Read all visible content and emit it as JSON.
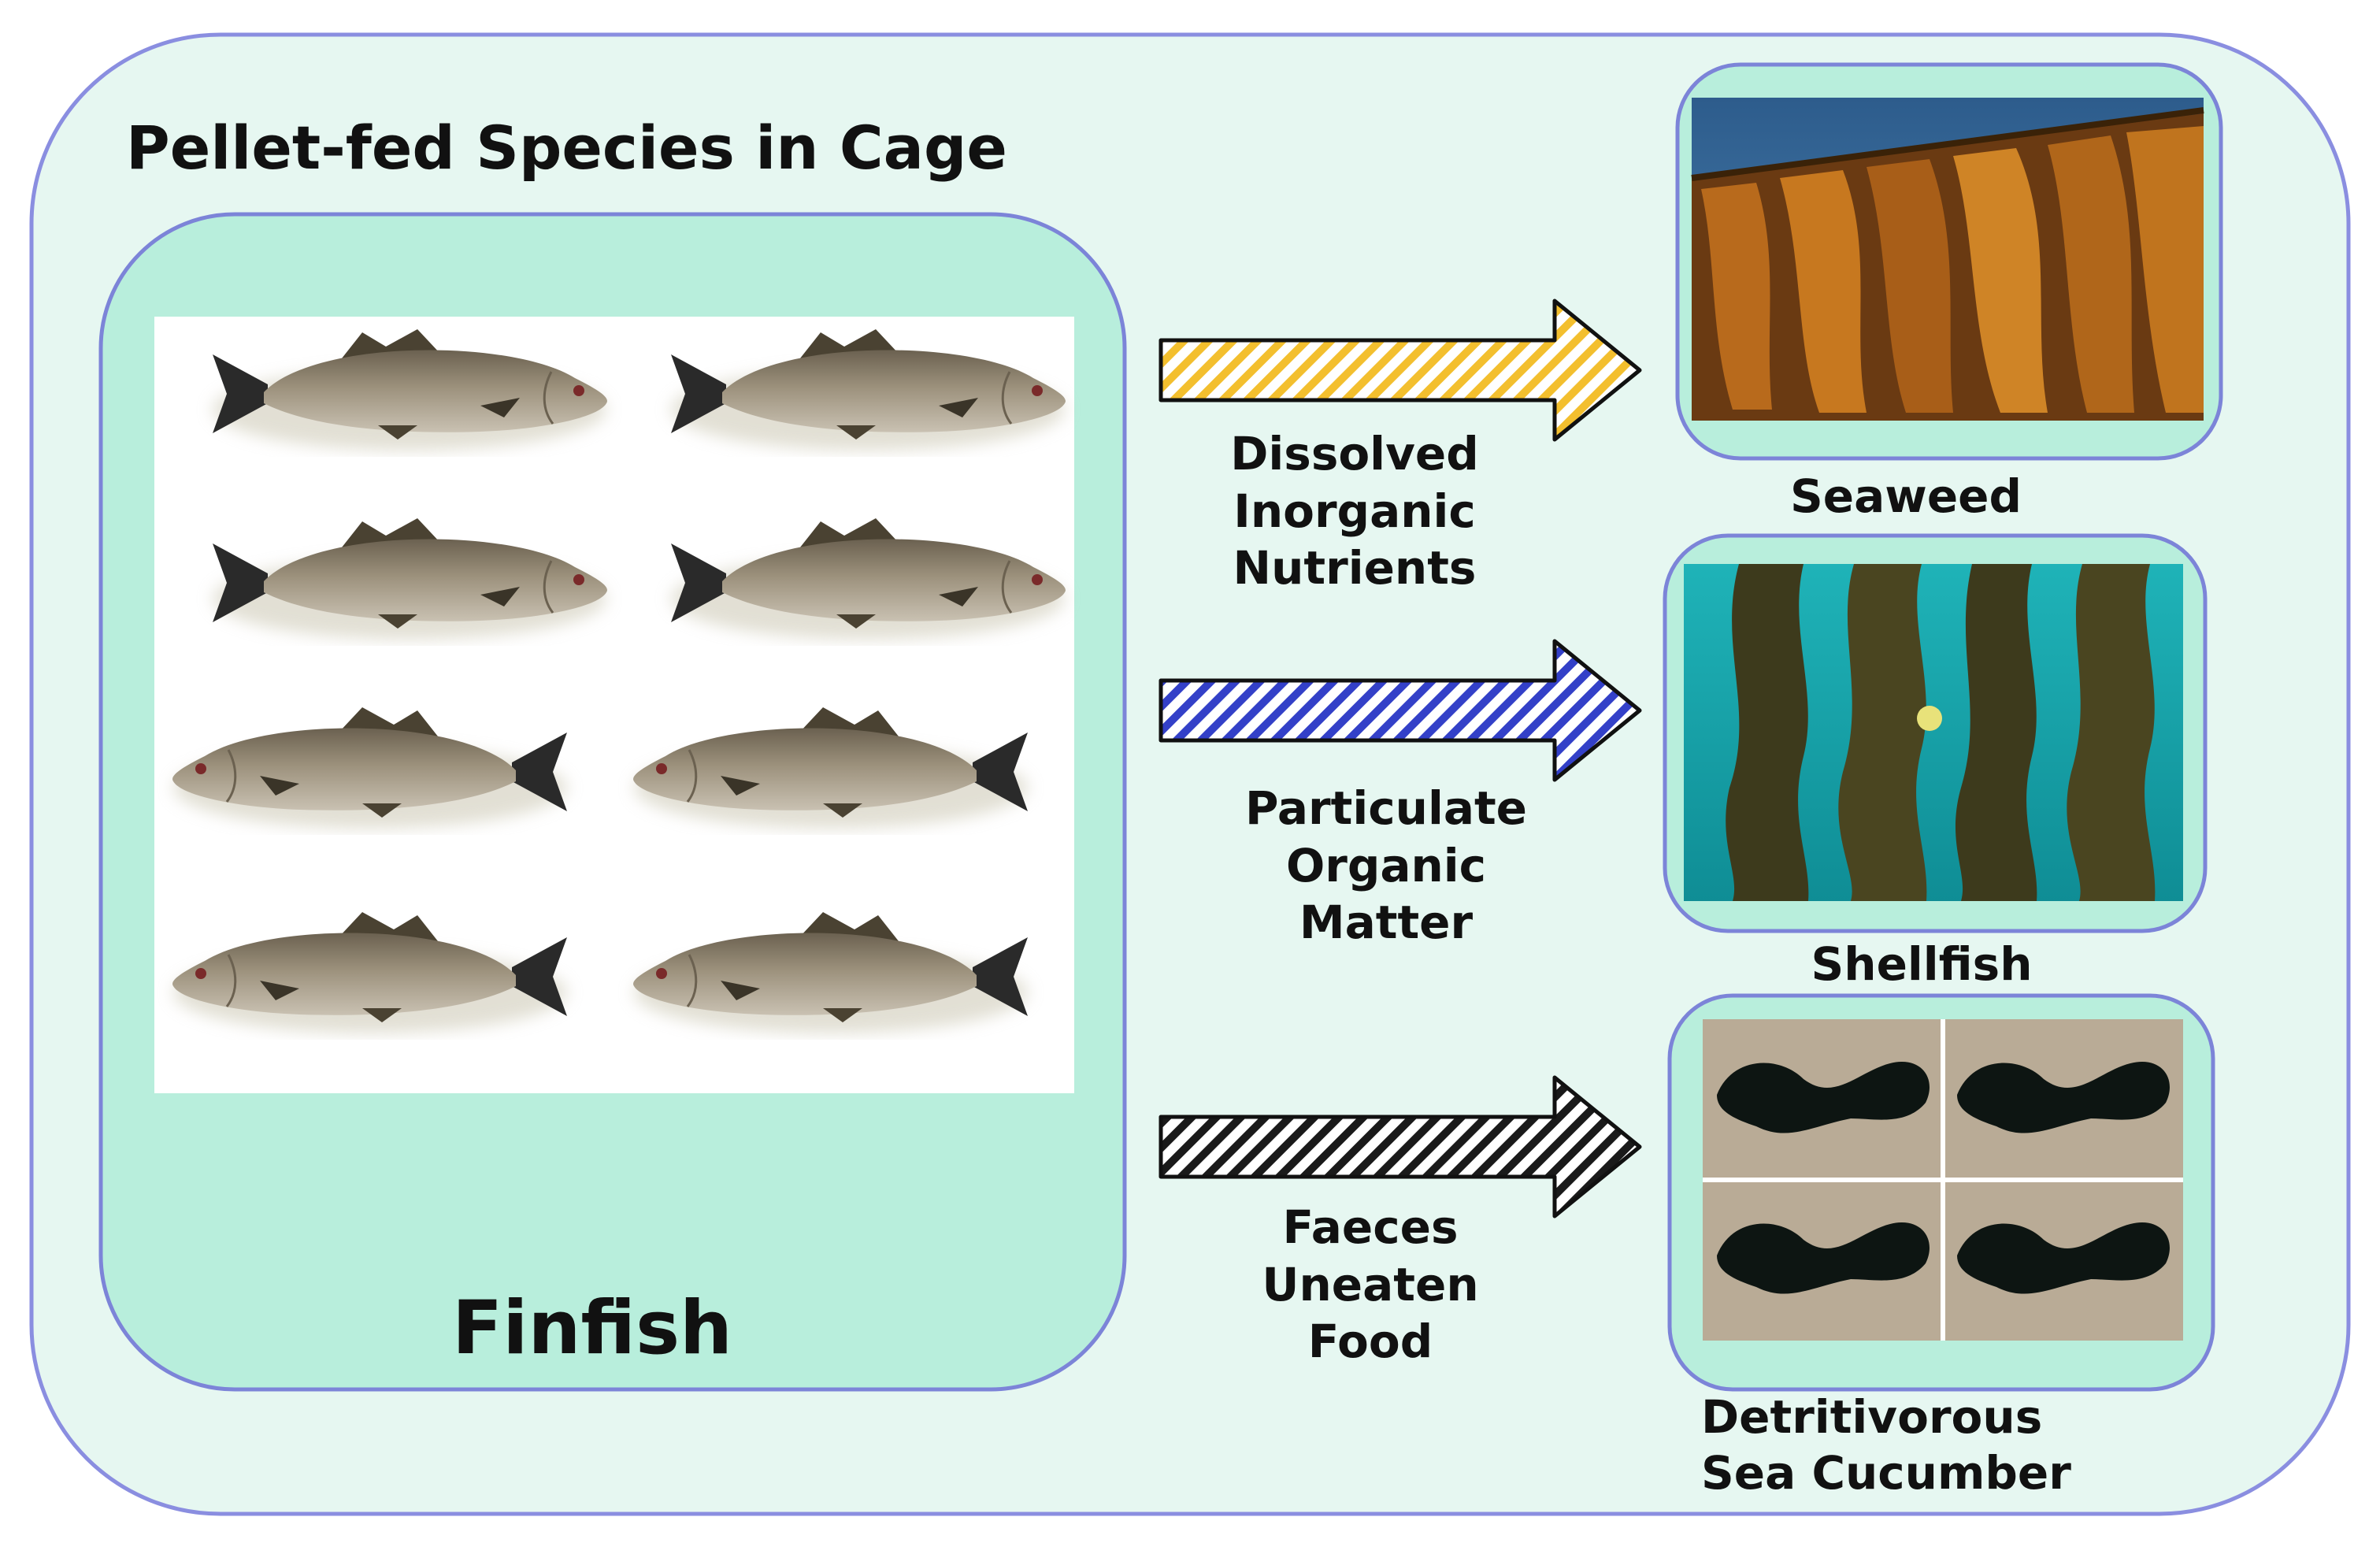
{
  "diagram": {
    "title": "Pellet-fed Species in Cage",
    "cage_label": "Finfish",
    "flows": [
      {
        "id": "dissolved",
        "lines": [
          "Dissolved",
          "Inorganic",
          "Nutrients"
        ],
        "color": "#f3bf2e",
        "target": "Seaweed"
      },
      {
        "id": "particulate",
        "lines": [
          "Particulate",
          "Organic",
          "Matter"
        ],
        "color": "#3340c8",
        "target": "Shellfish"
      },
      {
        "id": "faeces",
        "lines": [
          "Faeces",
          "Uneaten",
          "Food"
        ],
        "color": "#1a1a1a",
        "target": "Detritivorous Sea Cucumber"
      }
    ],
    "targets": {
      "seaweed": {
        "label": [
          "Seaweed"
        ]
      },
      "shellfish": {
        "label": [
          "Shellfish"
        ]
      },
      "sea_cucumber": {
        "label": [
          "Detritivorous",
          "Sea Cucumber"
        ]
      }
    },
    "colors": {
      "outer_fill": "#e6f7f1",
      "inner_fill": "#b8eedc",
      "border": "#8a8ee0"
    }
  }
}
